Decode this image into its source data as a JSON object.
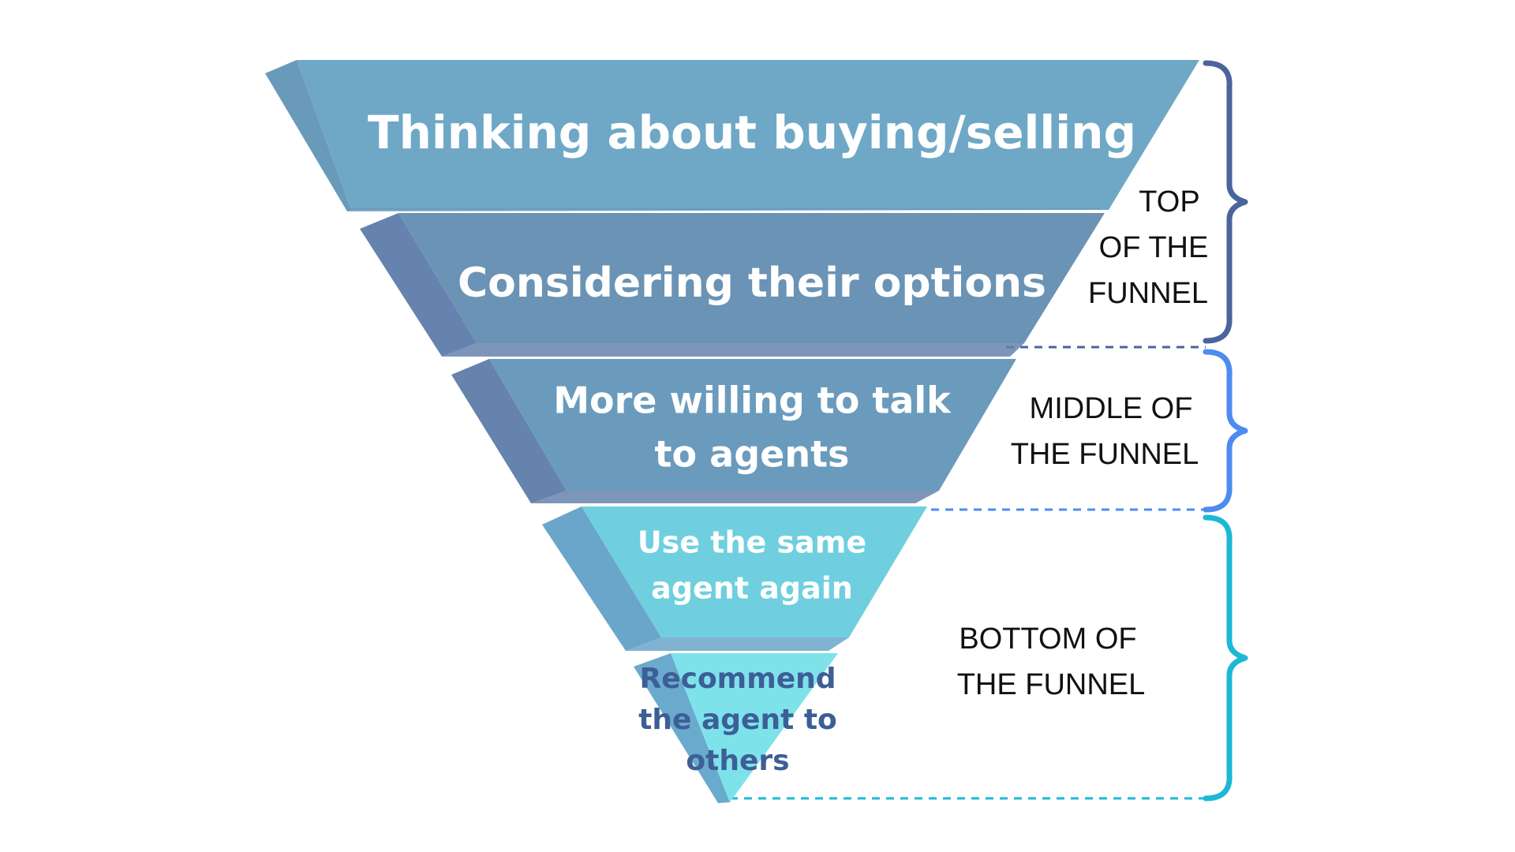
{
  "stages": [
    {
      "lines": [
        "Thinking about buying/selling"
      ],
      "color": "#6fa8c6",
      "side_color": "#6a9aba",
      "text_color": "#ffffff"
    },
    {
      "lines": [
        "Considering their options"
      ],
      "color": "#6a93b5",
      "side_color": "#6583ae",
      "text_color": "#ffffff"
    },
    {
      "lines": [
        "More willing to talk",
        "to agents"
      ],
      "color": "#6a9bbd",
      "side_color": "#6683ad",
      "text_color": "#ffffff"
    },
    {
      "lines": [
        "Use the same",
        "agent again"
      ],
      "color": "#6fcfdf",
      "side_color": "#6aa6c9",
      "text_color": "#ffffff"
    },
    {
      "lines": [
        "Recommend",
        "the agent to",
        "others"
      ],
      "color": "#7de2ea",
      "side_color": "#6aaacc",
      "text_color": "#3d5e96"
    }
  ],
  "groups": [
    {
      "lines": [
        "TOP",
        "OF THE",
        "FUNNEL"
      ],
      "brace_color": "#4a649c"
    },
    {
      "lines": [
        "MIDDLE OF",
        "THE FUNNEL"
      ],
      "brace_color": "#4d8bf0"
    },
    {
      "lines": [
        "BOTTOM OF",
        "THE FUNNEL"
      ],
      "brace_color": "#1cb8d6"
    }
  ],
  "divider_colors": [
    "#4a649c",
    "#4d8bf0",
    "#1cb8d6"
  ]
}
